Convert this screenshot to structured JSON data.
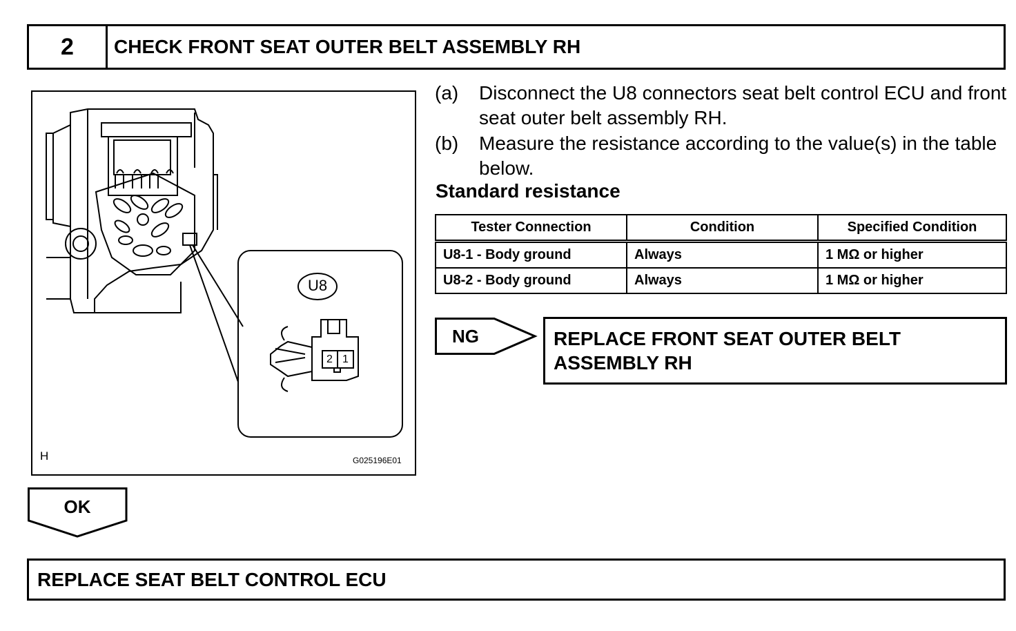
{
  "step": {
    "number": "2",
    "title": "CHECK FRONT SEAT OUTER BELT ASSEMBLY RH"
  },
  "figure": {
    "connector_label": "U8",
    "pin_left": "2",
    "pin_right": "1",
    "corner_label": "H",
    "figure_code": "G025196E01"
  },
  "instructions": [
    {
      "label": "(a)",
      "text": "Disconnect the U8 connectors seat belt control ECU and front seat outer belt assembly RH."
    },
    {
      "label": "(b)",
      "text": "Measure the resistance according to the value(s) in the table below."
    }
  ],
  "standard": {
    "title": "Standard resistance",
    "headers": [
      "Tester Connection",
      "Condition",
      "Specified Condition"
    ],
    "rows": [
      [
        "U8-1 - Body ground",
        "Always",
        "1 MΩ or higher"
      ],
      [
        "U8-2 - Body ground",
        "Always",
        "1 MΩ or higher"
      ]
    ]
  },
  "ng": {
    "label": "NG",
    "result": "REPLACE FRONT SEAT OUTER BELT ASSEMBLY RH"
  },
  "ok": {
    "label": "OK",
    "result": "REPLACE SEAT BELT CONTROL ECU"
  }
}
